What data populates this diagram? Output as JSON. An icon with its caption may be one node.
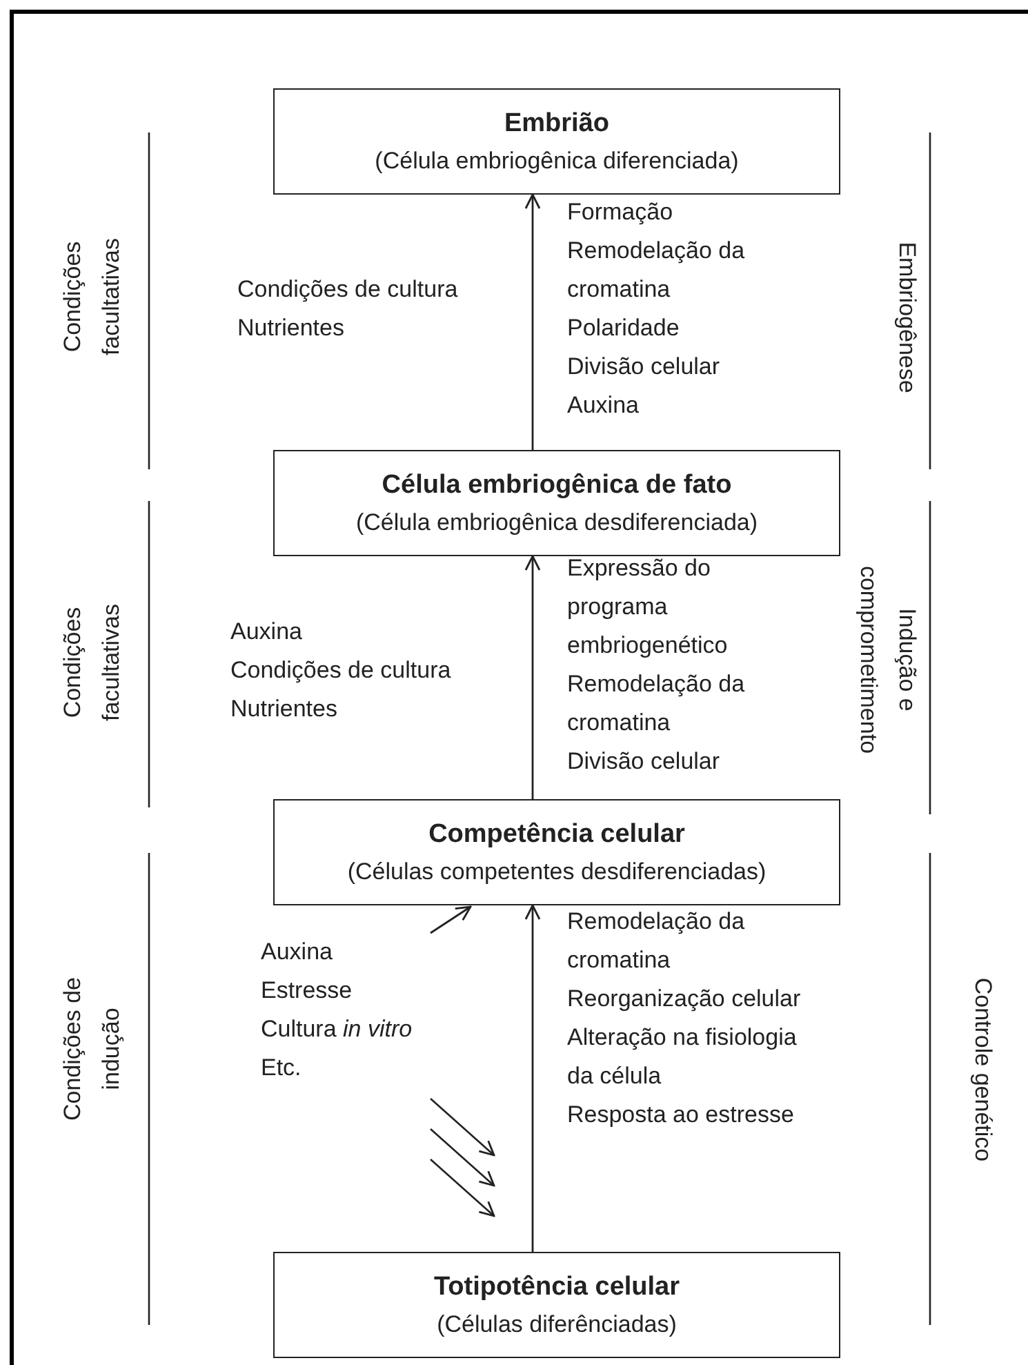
{
  "diagram": {
    "nodes": [
      {
        "text": [
          "Embrião",
          "(Célula embriogênica diferenciada)"
        ]
      },
      {
        "text": [
          "Célula embriogênica de fato",
          "(Célula embriogênica desdiferenciada)"
        ]
      },
      {
        "text": [
          "Competência celular",
          "(Células competentes desdiferenciadas)"
        ]
      },
      {
        "text": [
          "Totipotência celular",
          "(Células diferênciadas)"
        ]
      },
      {
        "text": [
          "Auxina",
          "Estresse",
          "Cultura *in vitro*",
          "Etc."
        ]
      }
    ],
    "edges": [
      {
        "from": 1,
        "to": 0,
        "arrow": "to"
      },
      {
        "from": 2,
        "to": 1,
        "arrow": "to"
      },
      {
        "from": 3,
        "to": 2,
        "arrow": "to"
      },
      {
        "from": 4,
        "to": 2,
        "arrow": "to"
      }
    ],
    "labels": [
      "Condições facultativas",
      "Condições de cultura",
      "Nutrientes",
      "Formação",
      "Remodelação da cromatina",
      "Polaridade",
      "Divisão celular",
      "Auxina",
      "Embriogênese",
      "Condições facultativas",
      "Auxina",
      "Condições de cultura",
      "Nutrientes",
      "Expressão do programa embriogenético",
      "Remodelação da cromatina",
      "Divisão celular",
      "Indução e comprometimento",
      "Condições de indução",
      "Remodelação da cromatina",
      "Reorganização celular",
      "Alteração na fisiologia da célula",
      "Resposta ao estresse",
      "Controle genético"
    ]
  }
}
